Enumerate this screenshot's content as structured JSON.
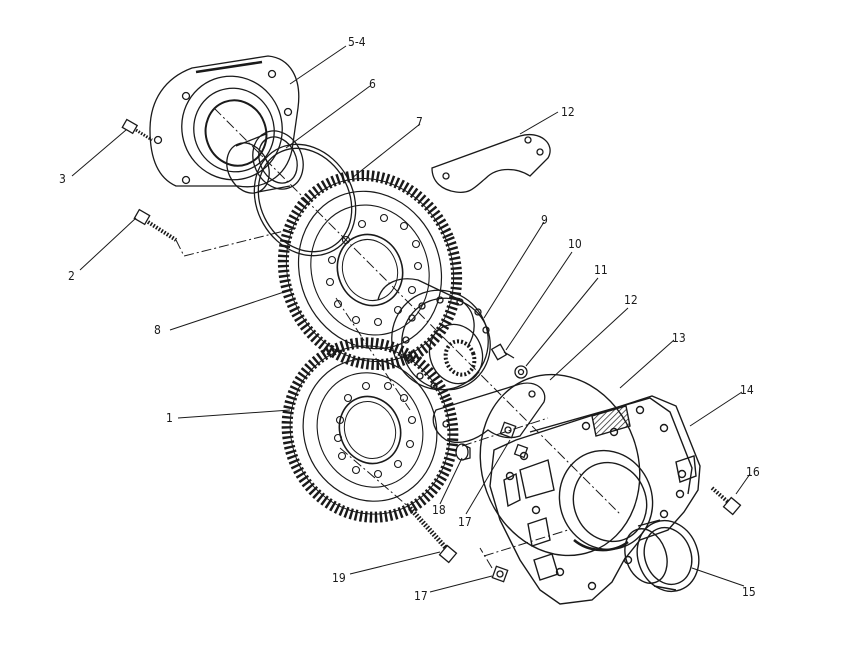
{
  "callouts": {
    "c54": "5-4",
    "c6": "6",
    "c7": "7",
    "c12a": "12",
    "c3": "3",
    "c2": "2",
    "c9": "9",
    "c10": "10",
    "c11": "11",
    "c12b": "12",
    "c8": "8",
    "c13": "13",
    "c1": "1",
    "c14": "14",
    "c16": "16",
    "c18": "18",
    "c17a": "17",
    "c19": "19",
    "c17b": "17",
    "c15": "15"
  },
  "colors": {
    "ink": "#1a1a1a",
    "paper": "#ffffff"
  }
}
